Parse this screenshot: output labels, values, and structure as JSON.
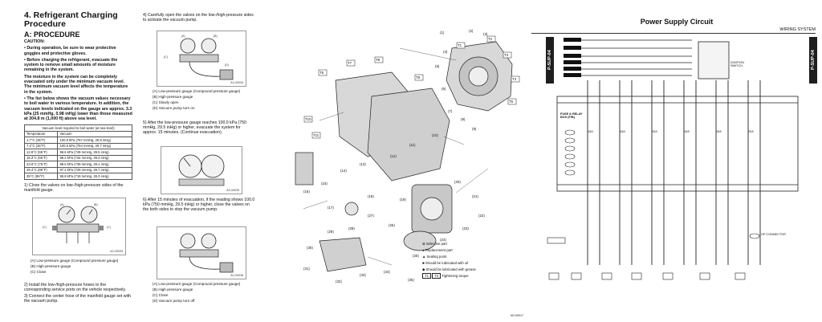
{
  "page1": {
    "title": "4.  Refrigerant Charging Procedure",
    "subtitle": "A: PROCEDURE",
    "caution_heading": "CAUTION:",
    "cautions": [
      "• During operation, be sure to wear protective goggles and protective gloves.",
      "• Before charging the refrigerant, evacuate the system to remove small amounts of moisture remaining in the system.",
      "The moisture in the system can be completely evacuated only under the minimum vacuum level. The minimum vacuum level affects the temperature in the system.",
      "• The list below shows the vacuum values necessary to boil water in various temperature. In addition, the vacuum levels indicated on the gauge are approx. 3.3 kPa (25 mmHg, 0.98 inHg) lower than those measured at 304.8 m (1,000 ft) above sea level."
    ],
    "table": {
      "caption": "Vacuum level required to boil water (at sea level)",
      "headers": [
        "Temperature",
        "Vacuum"
      ],
      "rows": [
        [
          "1.7°C (35°F)",
          "100.8 kPa (757 mmHg, 29.8 inHg)"
        ],
        [
          "7.2°C (45°F)",
          "100.5 kPa (754 mmHg, 29.7 inHg)"
        ],
        [
          "12.8°C (55°F)",
          "99.6 kPa (749 mmHg, 29.5 inHg)"
        ],
        [
          "18.3°C (65°F)",
          "99.2 kPa (744 mmHg, 29.3 inHg)"
        ],
        [
          "23.9°C (75°F)",
          "98.5 kPa (739 mmHg, 29.1 inHg)"
        ],
        [
          "29.4°C (85°F)",
          "97.2 kPa (729 mmHg, 28.7 inHg)"
        ],
        [
          "35°C (95°F)",
          "95.8 kPa (719 mmHg, 28.3 inHg)"
        ]
      ]
    },
    "step1": "1) Close the valves on low-/high-pressure sides of the manifold gauge.",
    "fig1_code": "AC-00033",
    "fig1_legend": [
      "(A)    Low-pressure gauge (Compound pressure gauge)",
      "(B)    High-pressure gauge",
      "(C)    Close"
    ],
    "step2": "2) Install the low-/high-pressure hoses to the corresponding service ports on the vehicle respectively.",
    "step3": "3) Connect the center hose of the manifold gauge set with the vacuum pump.",
    "step4": "4) Carefully open the valves on the low-/high-pressure sides to activate the vacuum pump.",
    "fig2_code": "AC-00034",
    "fig2_legend": [
      "(A)    Low-pressure gauge (Compound pressure gauge)",
      "(B)    High-pressure gauge",
      "(C)    Slowly open",
      "(D)    Vacuum pump turn on"
    ],
    "step5": "5) After the low-pressure gauge reaches 100.0 kPa (750 mmHg, 29.5 inHg) or higher, evacuate the system for approx. 15 minutes. (Continue evacuation).",
    "fig3_code": "AC-00025",
    "step6": "6) After 15 minutes of evacuation, if the reading shows 100.0 kPa (750 mmHg, 29.5 inHg) or higher, close the valves on the both sides to stop the vacuum pump.",
    "fig4_code": "AC-00036",
    "fig4_legend": [
      "(A)    Low-pressure gauge (Compound pressure gauge)",
      "(B)    High-pressure gauge",
      "(C)    Close",
      "(D)    Vacuum pump turn off"
    ],
    "labels": {
      "a": "(A)",
      "b": "(B)",
      "c": "(C)",
      "d": "(D)"
    }
  },
  "page2": {
    "fig_code": "MJ-00017",
    "legend": [
      {
        "sym": "⊗",
        "text": "Selective part"
      },
      {
        "sym": "●",
        "text": "Replacement part"
      },
      {
        "sym": "▲",
        "text": "Sealing point"
      },
      {
        "sym": "■",
        "text": "Should be lubricated with oil"
      },
      {
        "sym": "◆",
        "text": "Should be lubricated with grease"
      }
    ],
    "torque_t1": "T1",
    "torque_t2": "T2",
    "torque_text": "Tightening torque",
    "callouts": [
      "T1",
      "T2",
      "T3",
      "T4",
      "T5",
      "T6",
      "T7",
      "T8",
      "T9",
      "T10",
      "T11",
      "(1)",
      "(2)",
      "(3)",
      "(4)",
      "(5)",
      "(6)",
      "(7)",
      "(8)",
      "(9)",
      "(10)",
      "(11)",
      "(12)",
      "(13)",
      "(14)",
      "(15)",
      "(16)",
      "(17)",
      "(18)",
      "(19)",
      "(20)",
      "(21)",
      "(22)",
      "(23)",
      "(24)",
      "(25)",
      "(26)",
      "(27)",
      "(28)",
      "(29)",
      "(30)",
      "(31)",
      "(32)",
      "(33)",
      "(34)",
      "(35)"
    ]
  },
  "page3": {
    "title": "Power Supply Circuit",
    "system": "WIRING SYSTEM",
    "sidetab": "P-SUP-04",
    "relay_box": "FUSE & RELAY BOX (F/B)",
    "switch_label": "IGNITION SWITCH",
    "connector_label": "OP CONNECTOR",
    "fuse_labels": [
      "15A",
      "15A",
      "20A",
      "10A",
      "15A",
      "20A"
    ]
  },
  "colors": {
    "ink": "#111111",
    "tab": "#1e1e1e",
    "line": "#333333",
    "grey": "#999999"
  }
}
